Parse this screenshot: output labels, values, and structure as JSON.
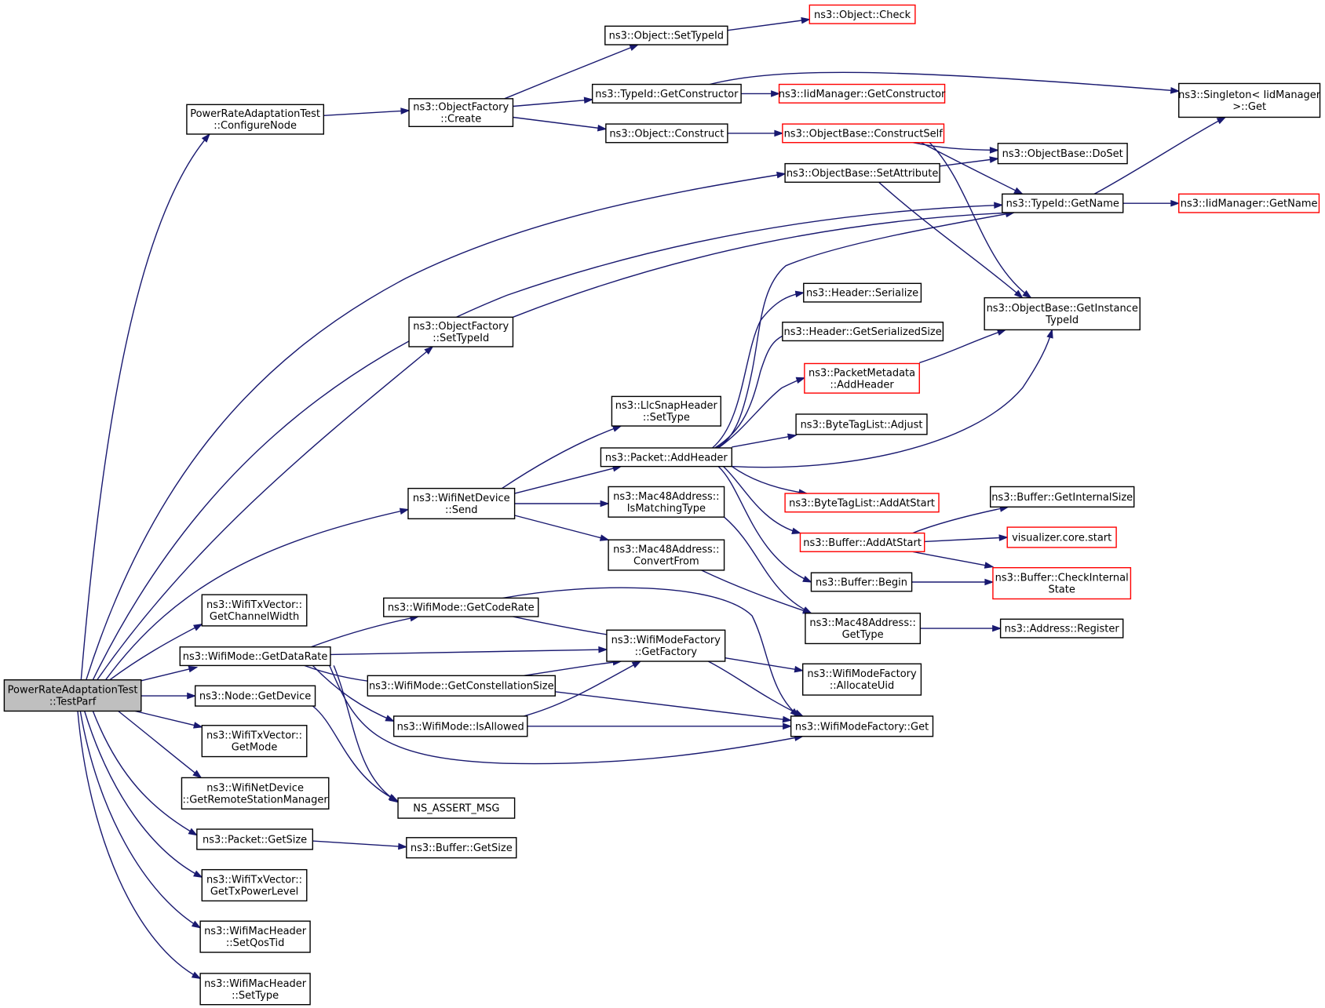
{
  "colors": {
    "edge": "#191970",
    "node_border": "#000000",
    "node_border_truncated": "#ff0000",
    "root_fill": "#bfbfbf",
    "node_fill": "#ffffff"
  },
  "nodes": [
    {
      "id": "testparf",
      "lines": [
        "PowerRateAdaptationTest",
        "::TestParf"
      ],
      "kind": "root"
    },
    {
      "id": "configurenode",
      "lines": [
        "PowerRateAdaptationTest",
        "::ConfigureNode"
      ],
      "kind": "normal"
    },
    {
      "id": "of_create",
      "lines": [
        "ns3::ObjectFactory",
        "::Create"
      ],
      "kind": "normal"
    },
    {
      "id": "obj_settypeid",
      "lines": [
        "ns3::Object::SetTypeId"
      ],
      "kind": "normal"
    },
    {
      "id": "obj_check",
      "lines": [
        "ns3::Object::Check"
      ],
      "kind": "truncated"
    },
    {
      "id": "typeid_getctor",
      "lines": [
        "ns3::TypeId::GetConstructor"
      ],
      "kind": "normal"
    },
    {
      "id": "iid_getctor",
      "lines": [
        "ns3::IidManager::GetConstructor"
      ],
      "kind": "truncated"
    },
    {
      "id": "singleton_get",
      "lines": [
        "ns3::Singleton< IidManager",
        ">::Get"
      ],
      "kind": "normal"
    },
    {
      "id": "obj_construct",
      "lines": [
        "ns3::Object::Construct"
      ],
      "kind": "normal"
    },
    {
      "id": "ob_constructself",
      "lines": [
        "ns3::ObjectBase::ConstructSelf"
      ],
      "kind": "truncated"
    },
    {
      "id": "ob_doset",
      "lines": [
        "ns3::ObjectBase::DoSet"
      ],
      "kind": "normal"
    },
    {
      "id": "ob_setattribute",
      "lines": [
        "ns3::ObjectBase::SetAttribute"
      ],
      "kind": "normal"
    },
    {
      "id": "typeid_getname",
      "lines": [
        "ns3::TypeId::GetName"
      ],
      "kind": "normal"
    },
    {
      "id": "iid_getname",
      "lines": [
        "ns3::IidManager::GetName"
      ],
      "kind": "truncated"
    },
    {
      "id": "ob_getinstancetypeid",
      "lines": [
        "ns3::ObjectBase::GetInstance",
        "TypeId"
      ],
      "kind": "normal"
    },
    {
      "id": "of_settypeid",
      "lines": [
        "ns3::ObjectFactory",
        "::SetTypeId"
      ],
      "kind": "normal"
    },
    {
      "id": "hdr_serialize",
      "lines": [
        "ns3::Header::Serialize"
      ],
      "kind": "normal"
    },
    {
      "id": "hdr_getsersize",
      "lines": [
        "ns3::Header::GetSerializedSize"
      ],
      "kind": "normal"
    },
    {
      "id": "pm_addheader",
      "lines": [
        "ns3::PacketMetadata",
        "::AddHeader"
      ],
      "kind": "truncated"
    },
    {
      "id": "btl_adjust",
      "lines": [
        "ns3::ByteTagList::Adjust"
      ],
      "kind": "normal"
    },
    {
      "id": "llc_settype",
      "lines": [
        "ns3::LlcSnapHeader",
        "::SetType"
      ],
      "kind": "normal"
    },
    {
      "id": "pkt_addheader",
      "lines": [
        "ns3::Packet::AddHeader"
      ],
      "kind": "normal"
    },
    {
      "id": "btl_addatstart",
      "lines": [
        "ns3::ByteTagList::AddAtStart"
      ],
      "kind": "truncated"
    },
    {
      "id": "wnd_send",
      "lines": [
        "ns3::WifiNetDevice",
        "::Send"
      ],
      "kind": "normal"
    },
    {
      "id": "mac_ismatching",
      "lines": [
        "ns3::Mac48Address::",
        "IsMatchingType"
      ],
      "kind": "normal"
    },
    {
      "id": "buf_getinternalsize",
      "lines": [
        "ns3::Buffer::GetInternalSize"
      ],
      "kind": "normal"
    },
    {
      "id": "buf_addatstart",
      "lines": [
        "ns3::Buffer::AddAtStart"
      ],
      "kind": "truncated"
    },
    {
      "id": "vis_start",
      "lines": [
        "visualizer.core.start"
      ],
      "kind": "truncated"
    },
    {
      "id": "mac_convertfrom",
      "lines": [
        "ns3::Mac48Address::",
        "ConvertFrom"
      ],
      "kind": "normal"
    },
    {
      "id": "buf_begin",
      "lines": [
        "ns3::Buffer::Begin"
      ],
      "kind": "normal"
    },
    {
      "id": "buf_checkinternal",
      "lines": [
        "ns3::Buffer::CheckInternal",
        "State"
      ],
      "kind": "truncated"
    },
    {
      "id": "txv_getchannelwidth",
      "lines": [
        "ns3::WifiTxVector::",
        "GetChannelWidth"
      ],
      "kind": "normal"
    },
    {
      "id": "wm_getcoderate",
      "lines": [
        "ns3::WifiMode::GetCodeRate"
      ],
      "kind": "normal"
    },
    {
      "id": "mac_gettype",
      "lines": [
        "ns3::Mac48Address::",
        "GetType"
      ],
      "kind": "normal"
    },
    {
      "id": "addr_register",
      "lines": [
        "ns3::Address::Register"
      ],
      "kind": "normal"
    },
    {
      "id": "wm_getdatarate",
      "lines": [
        "ns3::WifiMode::GetDataRate"
      ],
      "kind": "normal"
    },
    {
      "id": "wmf_getfactory",
      "lines": [
        "ns3::WifiModeFactory",
        "::GetFactory"
      ],
      "kind": "normal"
    },
    {
      "id": "wmf_allocateuid",
      "lines": [
        "ns3::WifiModeFactory",
        "::AllocateUid"
      ],
      "kind": "normal"
    },
    {
      "id": "wm_getconstellation",
      "lines": [
        "ns3::WifiMode::GetConstellationSize"
      ],
      "kind": "normal"
    },
    {
      "id": "node_getdevice",
      "lines": [
        "ns3::Node::GetDevice"
      ],
      "kind": "normal"
    },
    {
      "id": "wm_isallowed",
      "lines": [
        "ns3::WifiMode::IsAllowed"
      ],
      "kind": "normal"
    },
    {
      "id": "wmf_get",
      "lines": [
        "ns3::WifiModeFactory::Get"
      ],
      "kind": "normal"
    },
    {
      "id": "txv_getmode",
      "lines": [
        "ns3::WifiTxVector::",
        "GetMode"
      ],
      "kind": "normal"
    },
    {
      "id": "wnd_getrsm",
      "lines": [
        "ns3::WifiNetDevice",
        "::GetRemoteStationManager"
      ],
      "kind": "normal"
    },
    {
      "id": "ns_assert_msg",
      "lines": [
        "NS_ASSERT_MSG"
      ],
      "kind": "normal"
    },
    {
      "id": "pkt_getsize",
      "lines": [
        "ns3::Packet::GetSize"
      ],
      "kind": "normal"
    },
    {
      "id": "buf_getsize",
      "lines": [
        "ns3::Buffer::GetSize"
      ],
      "kind": "normal"
    },
    {
      "id": "txv_gettxpowerlevel",
      "lines": [
        "ns3::WifiTxVector::",
        "GetTxPowerLevel"
      ],
      "kind": "normal"
    },
    {
      "id": "wmh_setqostid",
      "lines": [
        "ns3::WifiMacHeader",
        "::SetQosTid"
      ],
      "kind": "normal"
    },
    {
      "id": "wmh_settype",
      "lines": [
        "ns3::WifiMacHeader",
        "::SetType"
      ],
      "kind": "normal"
    }
  ],
  "edges": [
    {
      "from": "testparf",
      "to": "configurenode"
    },
    {
      "from": "testparf",
      "to": "ob_setattribute"
    },
    {
      "from": "testparf",
      "to": "typeid_getname"
    },
    {
      "from": "testparf",
      "to": "of_settypeid"
    },
    {
      "from": "testparf",
      "to": "wnd_send"
    },
    {
      "from": "testparf",
      "to": "txv_getchannelwidth"
    },
    {
      "from": "testparf",
      "to": "wm_getdatarate"
    },
    {
      "from": "testparf",
      "to": "node_getdevice"
    },
    {
      "from": "testparf",
      "to": "txv_getmode"
    },
    {
      "from": "testparf",
      "to": "wnd_getrsm"
    },
    {
      "from": "testparf",
      "to": "pkt_getsize"
    },
    {
      "from": "testparf",
      "to": "txv_gettxpowerlevel"
    },
    {
      "from": "testparf",
      "to": "wmh_setqostid"
    },
    {
      "from": "testparf",
      "to": "wmh_settype"
    },
    {
      "from": "configurenode",
      "to": "of_create"
    },
    {
      "from": "of_create",
      "to": "obj_settypeid"
    },
    {
      "from": "of_create",
      "to": "typeid_getctor"
    },
    {
      "from": "of_create",
      "to": "obj_construct"
    },
    {
      "from": "obj_settypeid",
      "to": "obj_check"
    },
    {
      "from": "typeid_getctor",
      "to": "iid_getctor"
    },
    {
      "from": "typeid_getctor",
      "to": "singleton_get"
    },
    {
      "from": "obj_construct",
      "to": "ob_constructself"
    },
    {
      "from": "ob_constructself",
      "to": "ob_doset"
    },
    {
      "from": "ob_constructself",
      "to": "typeid_getname"
    },
    {
      "from": "ob_constructself",
      "to": "ob_getinstancetypeid"
    },
    {
      "from": "ob_setattribute",
      "to": "ob_doset"
    },
    {
      "from": "ob_setattribute",
      "to": "ob_getinstancetypeid"
    },
    {
      "from": "typeid_getname",
      "to": "iid_getname"
    },
    {
      "from": "typeid_getname",
      "to": "singleton_get"
    },
    {
      "from": "of_settypeid",
      "to": "typeid_getname"
    },
    {
      "from": "wnd_send",
      "to": "llc_settype"
    },
    {
      "from": "wnd_send",
      "to": "pkt_addheader"
    },
    {
      "from": "wnd_send",
      "to": "mac_ismatching"
    },
    {
      "from": "wnd_send",
      "to": "mac_convertfrom"
    },
    {
      "from": "pkt_addheader",
      "to": "hdr_serialize"
    },
    {
      "from": "pkt_addheader",
      "to": "hdr_getsersize"
    },
    {
      "from": "pkt_addheader",
      "to": "pm_addheader"
    },
    {
      "from": "pkt_addheader",
      "to": "btl_adjust"
    },
    {
      "from": "pkt_addheader",
      "to": "typeid_getname"
    },
    {
      "from": "pkt_addheader",
      "to": "ob_getinstancetypeid"
    },
    {
      "from": "pkt_addheader",
      "to": "btl_addatstart"
    },
    {
      "from": "pkt_addheader",
      "to": "buf_addatstart"
    },
    {
      "from": "pkt_addheader",
      "to": "buf_begin"
    },
    {
      "from": "pm_addheader",
      "to": "ob_getinstancetypeid"
    },
    {
      "from": "buf_addatstart",
      "to": "buf_getinternalsize"
    },
    {
      "from": "buf_addatstart",
      "to": "vis_start"
    },
    {
      "from": "buf_addatstart",
      "to": "buf_checkinternal"
    },
    {
      "from": "buf_begin",
      "to": "buf_checkinternal"
    },
    {
      "from": "mac_ismatching",
      "to": "mac_gettype"
    },
    {
      "from": "mac_convertfrom",
      "to": "mac_gettype"
    },
    {
      "from": "mac_gettype",
      "to": "addr_register"
    },
    {
      "from": "wm_getdatarate",
      "to": "wm_getcoderate"
    },
    {
      "from": "wm_getdatarate",
      "to": "wmf_getfactory"
    },
    {
      "from": "wm_getdatarate",
      "to": "wm_getconstellation"
    },
    {
      "from": "wm_getdatarate",
      "to": "wm_isallowed"
    },
    {
      "from": "wm_getdatarate",
      "to": "wmf_get"
    },
    {
      "from": "wm_getdatarate",
      "to": "ns_assert_msg"
    },
    {
      "from": "wm_getcoderate",
      "to": "wmf_getfactory"
    },
    {
      "from": "wm_getcoderate",
      "to": "wmf_get"
    },
    {
      "from": "wm_getconstellation",
      "to": "wmf_getfactory"
    },
    {
      "from": "wm_getconstellation",
      "to": "wmf_get"
    },
    {
      "from": "wm_isallowed",
      "to": "wmf_getfactory"
    },
    {
      "from": "wm_isallowed",
      "to": "wmf_get"
    },
    {
      "from": "wmf_getfactory",
      "to": "wmf_allocateuid"
    },
    {
      "from": "wmf_getfactory",
      "to": "wmf_get"
    },
    {
      "from": "node_getdevice",
      "to": "ns_assert_msg"
    },
    {
      "from": "pkt_getsize",
      "to": "buf_getsize"
    }
  ]
}
